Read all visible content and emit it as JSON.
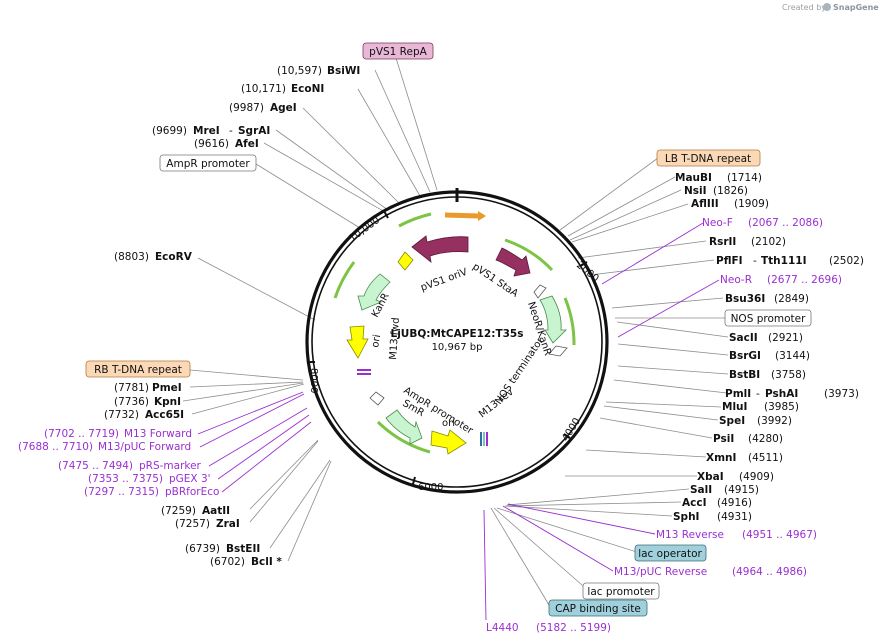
{
  "plasmid": {
    "name": "LjUBQ:MtCAPE12:T35s",
    "size": "10,967 bp"
  },
  "credit": {
    "prefix": "Created by",
    "brand": "SnapGene"
  },
  "ticks": [
    "10,000",
    "2000",
    "4000",
    "6000",
    "8000"
  ],
  "inner_labels": {
    "pvs1_oriv": "pVS1 oriV",
    "pvs1_staa": "pVS1 StaA",
    "kanr": "KanR",
    "ori": "ori",
    "m13fwd": "M13 fwd",
    "neokanr": "NeoR/KanR",
    "nos_terminator": "NOS terminator",
    "ampr_promoter": "AmpR promoter",
    "smr": "SmR",
    "ori2": "ori",
    "m13rev": "M13 rev"
  },
  "boxed_features": {
    "pvs1_repa": "pVS1 RepA",
    "lb_tdna": "LB T-DNA repeat",
    "ampr_promoter": "AmpR promoter",
    "nos_promoter": "NOS promoter",
    "rb_tdna": "RB T-DNA repeat",
    "lac_operator": "lac operator",
    "lac_promoter": "lac promoter",
    "cap_site": "CAP binding site"
  },
  "sites": {
    "bsiwi": {
      "pos": "(10,597)",
      "name": "BsiWI"
    },
    "econi": {
      "pos": "(10,171)",
      "name": "EcoNI"
    },
    "agei": {
      "pos": "(9987)",
      "name": "AgeI"
    },
    "mrei": {
      "pos": "(9699)",
      "name": "MreI",
      "name2": "SgrAI"
    },
    "afei": {
      "pos": "(9616)",
      "name": "AfeI"
    },
    "ecorv": {
      "pos": "(8803)",
      "name": "EcoRV"
    },
    "pmei": {
      "name": "PmeI",
      "pos": "(7781)"
    },
    "kpni": {
      "name": "KpnI",
      "pos": "(7736)"
    },
    "acc65i": {
      "name": "Acc65I",
      "pos": "(7732)"
    },
    "aatii": {
      "name": "AatII",
      "pos": "(7259)"
    },
    "zrai": {
      "name": "ZraI",
      "pos": "(7257)"
    },
    "bsteii": {
      "name": "BstEII",
      "pos": "(6739)"
    },
    "bcli": {
      "name": "BclI *",
      "pos": "(6702)"
    },
    "maubi": {
      "name": "MauBI",
      "pos": "(1714)"
    },
    "nsii": {
      "name": "NsiI",
      "pos": "(1826)"
    },
    "aflii": {
      "name": "AflIII",
      "pos": "(1909)"
    },
    "rsrii": {
      "name": "RsrII",
      "pos": "(2102)"
    },
    "pflfi": {
      "name": "PflFI",
      "name2": "Tth111I",
      "pos": "(2502)"
    },
    "bsu36i": {
      "name": "Bsu36I",
      "pos": "(2849)"
    },
    "sacii": {
      "name": "SacII",
      "pos": "(2921)"
    },
    "bsrgi": {
      "name": "BsrGI",
      "pos": "(3144)"
    },
    "bstbi": {
      "name": "BstBI",
      "pos": "(3758)"
    },
    "pmli": {
      "name": "PmlI",
      "name2": "PshAI",
      "pos": "(3973)"
    },
    "mlui": {
      "name": "MluI",
      "pos": "(3985)"
    },
    "spei": {
      "name": "SpeI",
      "pos": "(3992)"
    },
    "psii": {
      "name": "PsiI",
      "pos": "(4280)"
    },
    "xmni": {
      "name": "XmnI",
      "pos": "(4511)"
    },
    "xbai": {
      "name": "XbaI",
      "pos": "(4909)"
    },
    "sali": {
      "name": "SalI",
      "pos": "(4915)"
    },
    "acci": {
      "name": "AccI",
      "pos": "(4916)"
    },
    "sphi": {
      "name": "SphI",
      "pos": "(4931)"
    }
  },
  "primers": {
    "neof": {
      "name": "Neo-F",
      "range": "(2067 .. 2086)"
    },
    "neor": {
      "name": "Neo-R",
      "range": "(2677 .. 2696)"
    },
    "m13f": {
      "range": "(7702 .. 7719)",
      "name": "M13 Forward"
    },
    "m13puc": {
      "range": "(7688 .. 7710)",
      "name": "M13/pUC Forward"
    },
    "prs": {
      "range": "(7475 .. 7494)",
      "name": "pRS-marker"
    },
    "pgex": {
      "range": "(7353 .. 7375)",
      "name": "pGEX 3'"
    },
    "pbr": {
      "range": "(7297 .. 7315)",
      "name": "pBRforEco"
    },
    "m13r": {
      "name": "M13 Reverse",
      "range": "(4951 .. 4967)"
    },
    "m13pucr": {
      "name": "M13/pUC Reverse",
      "range": "(4964 .. 4986)"
    },
    "l4440": {
      "name": "L4440",
      "range": "(5182 .. 5199)"
    }
  },
  "colors": {
    "backbone": "#111111",
    "primer": "#9a2fd1",
    "repa": "#e9b8d6",
    "tdna": "#fcd9b6",
    "lac": "#9fd0dc",
    "marker": "#c8f5d0",
    "rep": "#963060",
    "ori": "#ffff00",
    "arc": "#7cc443"
  }
}
